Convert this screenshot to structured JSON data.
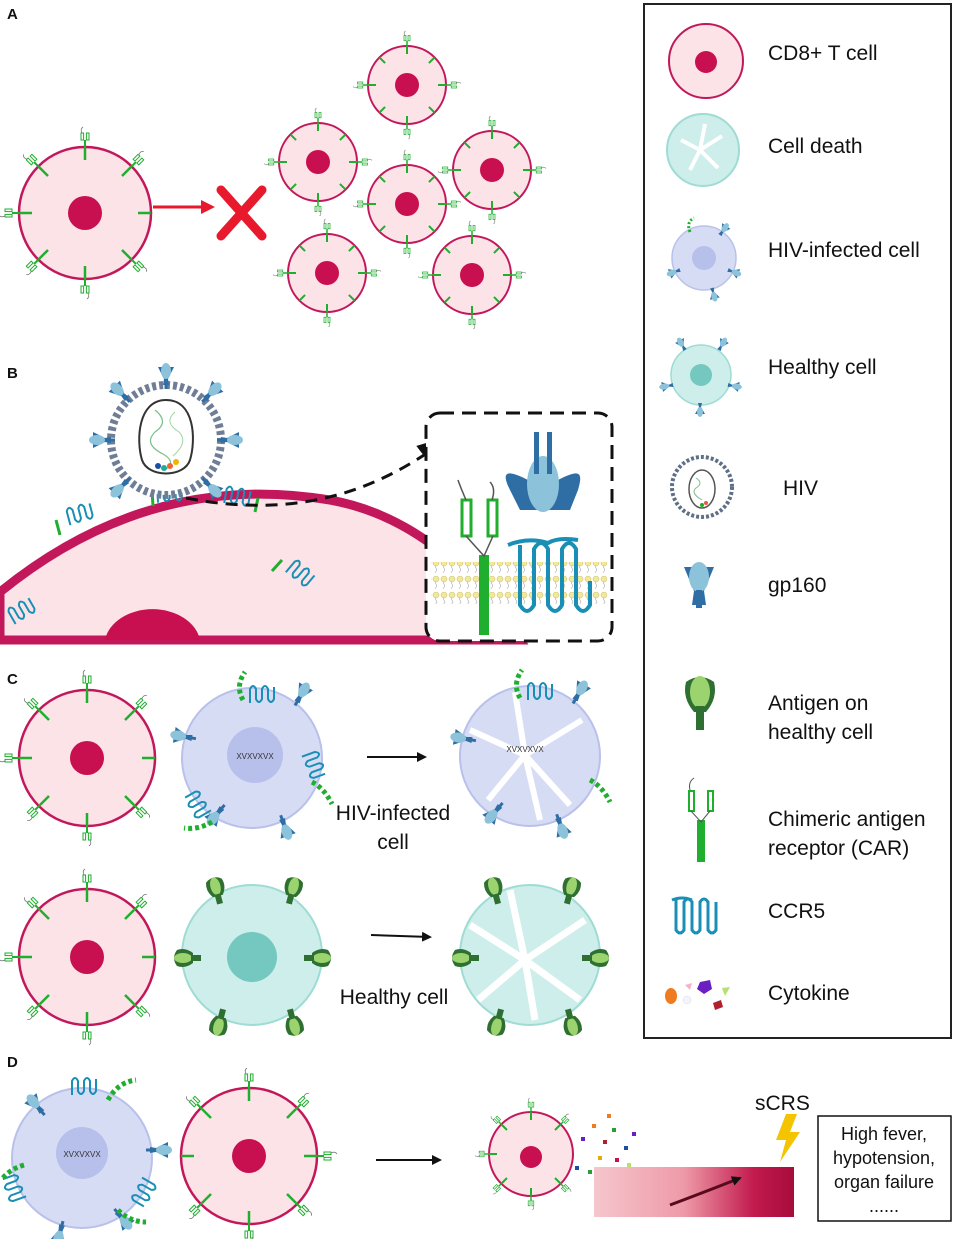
{
  "panels": {
    "a": "A",
    "b": "B",
    "c": "C",
    "d": "D"
  },
  "legend": {
    "cd8": "CD8+ T cell",
    "death": "Cell death",
    "infected": "HIV-infected cell",
    "healthy": "Healthy cell",
    "hiv": "HIV",
    "gp160": "gp160",
    "antigen_1": "Antigen on",
    "antigen_2": "healthy cell",
    "car_1": "Chimeric antigen",
    "car_2": "receptor (CAR)",
    "ccr5": "CCR5",
    "cytokine": "Cytokine"
  },
  "panel_c": {
    "infected_label_1": "HIV-infected",
    "infected_label_2": "cell",
    "healthy_label": "Healthy cell"
  },
  "panel_d": {
    "scrs": "sCRS",
    "symptoms": [
      "High fever,",
      "hypotension,",
      "organ failure",
      "......"
    ]
  },
  "colors": {
    "tcell_fill": "#fbe3e7",
    "tcell_stroke": "#c2185b",
    "nucleus": "#c80f4f",
    "car": "#1fae2e",
    "infected_fill": "#d7dcf5",
    "healthy_fill": "#cdeeea",
    "gp160": "#2f6ea5",
    "ccr5": "#1a8fb5",
    "arrow_red": "#e8192c"
  }
}
